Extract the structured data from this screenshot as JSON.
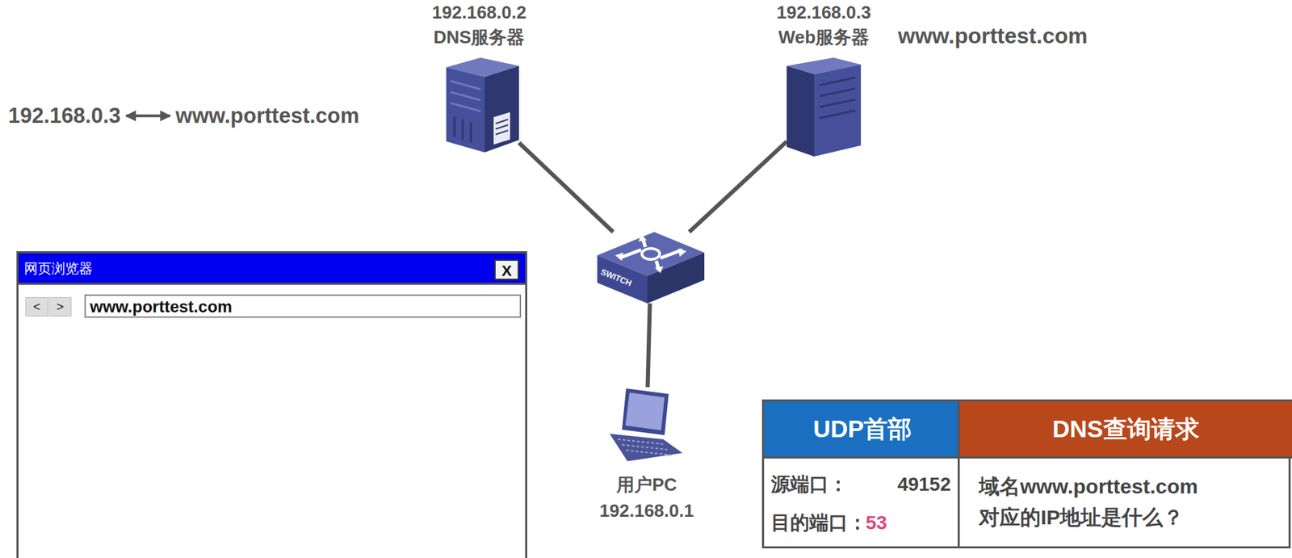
{
  "diagram": {
    "nodes": [
      {
        "text": [
          "192.168.0.2",
          "DNS服务器"
        ]
      },
      {
        "text": [
          "192.168.0.3",
          "Web服务器",
          "www.porttest.com"
        ]
      },
      {
        "text": [
          "SWITCH"
        ]
      },
      {
        "text": [
          "用户PC",
          "192.168.0.1"
        ]
      },
      {
        "text": [
          "网页浏览器"
        ]
      },
      {
        "text": [
          "X"
        ],
        "in": 4
      },
      {
        "text": [
          "<"
        ],
        "in": 4
      },
      {
        "text": [
          ">"
        ],
        "in": 4
      },
      {
        "text": [
          "www.porttest.com"
        ],
        "in": 4
      },
      {
        "text": [
          "UDP首部"
        ]
      },
      {
        "text": [
          "DNS查询请求"
        ]
      },
      {
        "text": [
          "源端口：",
          "49152",
          "目的端口：",
          "53"
        ]
      },
      {
        "text": [
          "域名www.porttest.com 对应的IP地址是什么？"
        ]
      }
    ],
    "edges": [
      {
        "from": 0,
        "to": 2,
        "arrow": "none"
      },
      {
        "from": 1,
        "to": 2,
        "arrow": "none"
      },
      {
        "from": 3,
        "to": 2,
        "arrow": "none"
      }
    ],
    "labels": [
      "192.168.0.3",
      "www.porttest.com"
    ]
  }
}
